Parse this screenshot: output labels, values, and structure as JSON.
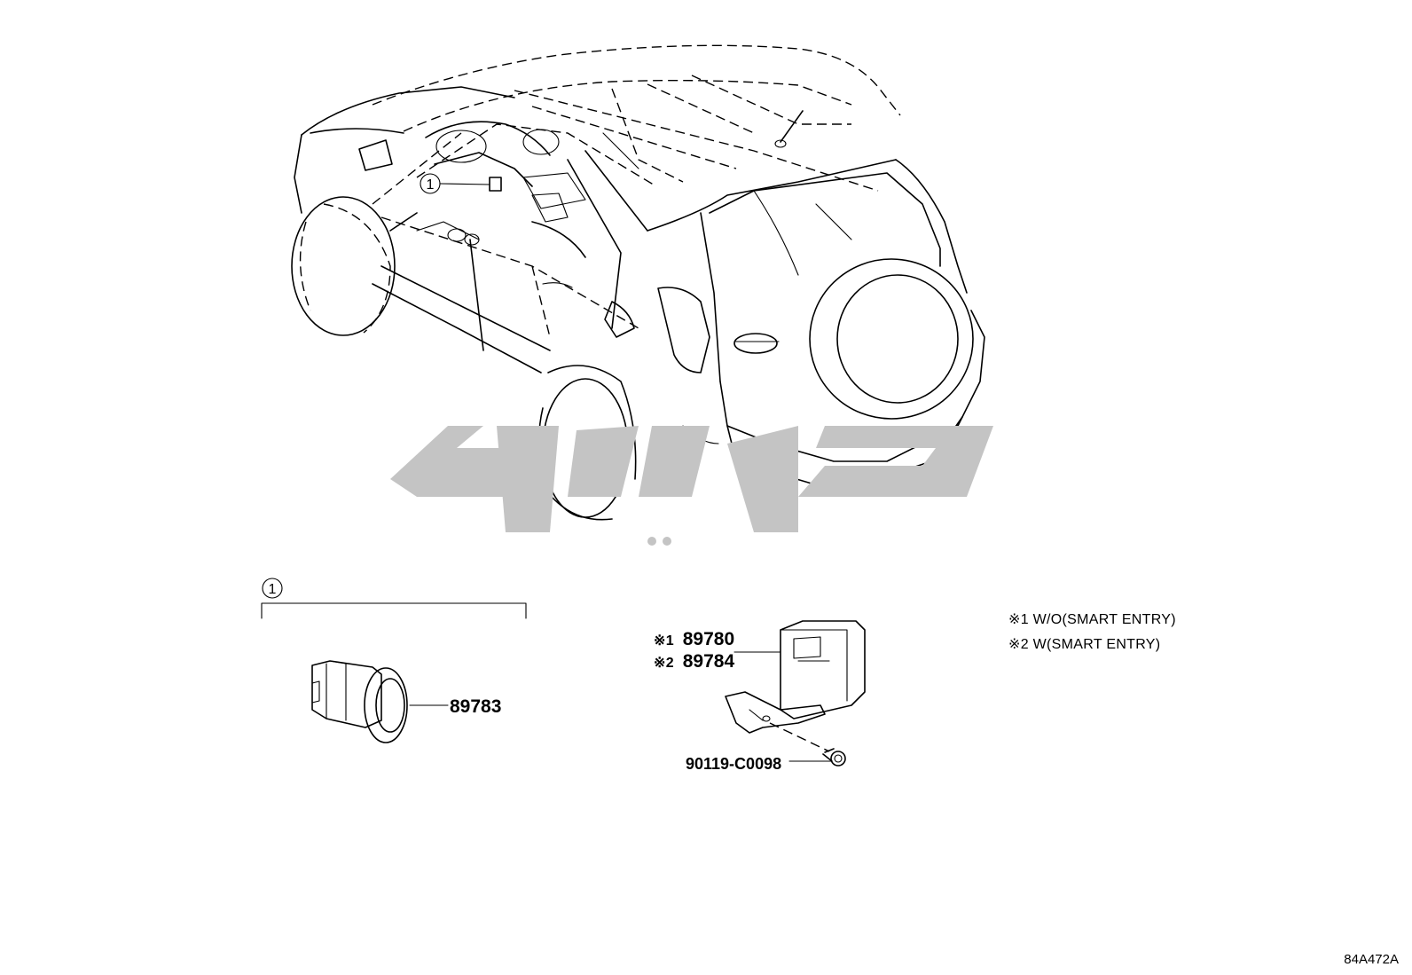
{
  "callouts": {
    "ref_number": "1"
  },
  "parts": {
    "receiver": {
      "number": "89783"
    },
    "computer_1": {
      "marker": "※1",
      "number": "89780"
    },
    "computer_2": {
      "marker": "※2",
      "number": "89784"
    },
    "bolt": {
      "number": "90119-C0098"
    }
  },
  "legend": {
    "note_1": "※1 W/O(SMART ENTRY)",
    "note_2": "※2 W(SMART ENTRY)"
  },
  "figure_code": "84A472A",
  "colors": {
    "line": "#000000",
    "watermark": "#c4c4c4",
    "background": "#ffffff"
  }
}
